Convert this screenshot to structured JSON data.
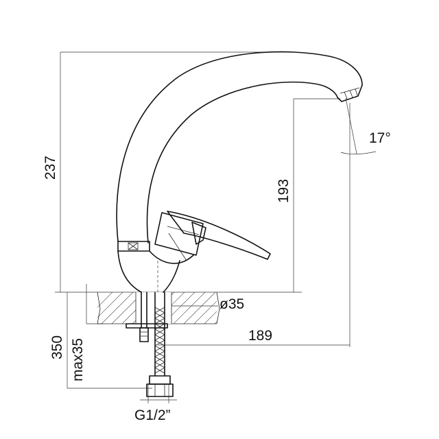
{
  "drawing": {
    "dimensions": {
      "total_height": "237",
      "spout_height": "193",
      "spout_angle": "17°",
      "base_diameter": "ø35",
      "spout_reach": "189",
      "hose_length": "350",
      "max_mount_thickness": "max35",
      "connection_thread": "G1/2”"
    }
  }
}
